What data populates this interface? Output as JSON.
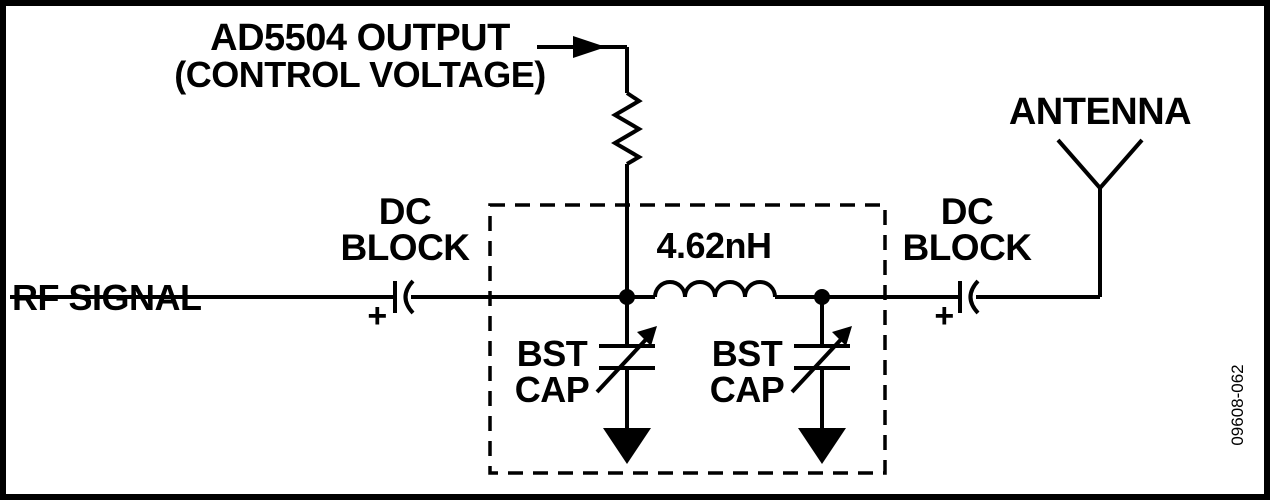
{
  "diagram": {
    "title_block": {
      "control_label_line1": "AD5504 OUTPUT",
      "control_label_line2": "(CONTROL VOLTAGE)"
    },
    "antenna_label": "ANTENNA",
    "rf_signal_label": "RF SIGNAL",
    "dc_block_left": {
      "line1": "DC",
      "line2": "BLOCK"
    },
    "dc_block_right": {
      "line1": "DC",
      "line2": "BLOCK"
    },
    "inductor_value": "4.62nH",
    "bst_cap_left": {
      "line1": "BST",
      "line2": "CAP"
    },
    "bst_cap_right": {
      "line1": "BST",
      "line2": "CAP"
    },
    "polarity_left": "+",
    "polarity_right": "+",
    "figure_number": "09608-062",
    "colors": {
      "line": "#000000",
      "background": "#ffffff"
    }
  }
}
